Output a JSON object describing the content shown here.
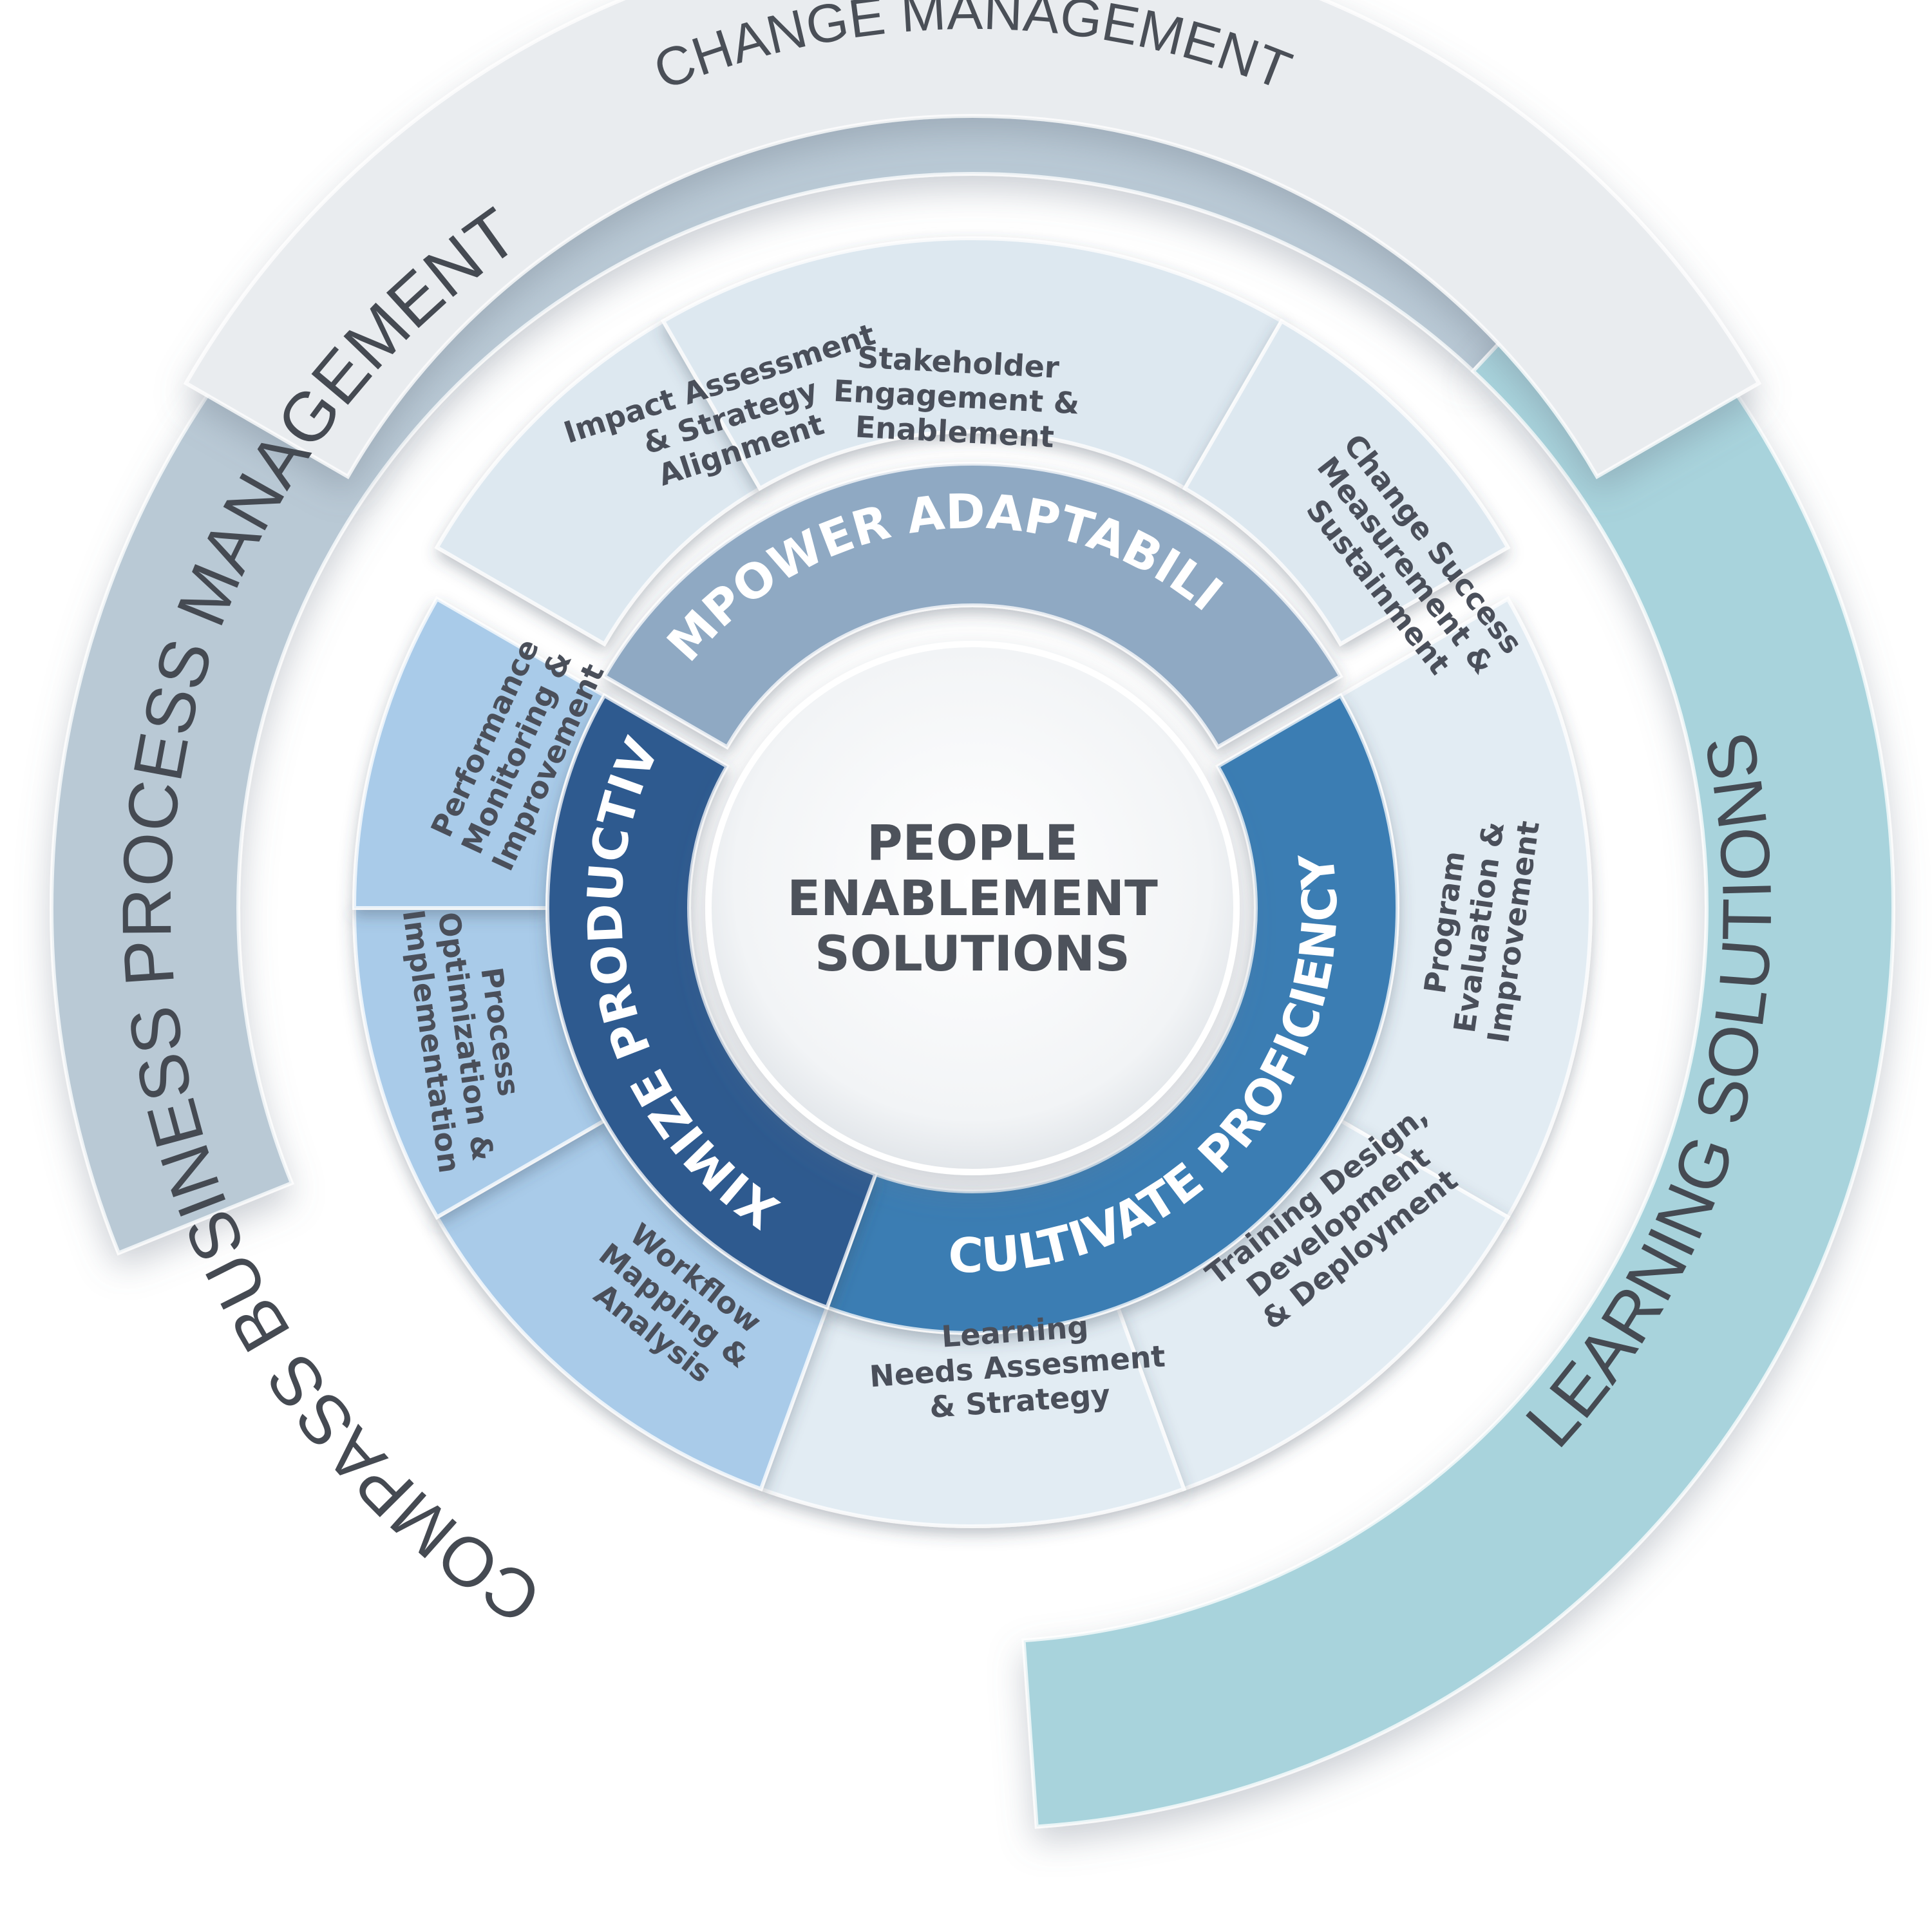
{
  "center": {
    "lines": [
      "PEOPLE",
      "ENABLEMENT",
      "SOLUTIONS"
    ]
  },
  "middle_ring": {
    "empower": "EMPOWER ADAPTABILITY",
    "maximize": "MAXIMIZE PRODUCTIVITY",
    "cultivate": "CULTIVATE PROFICIENCY"
  },
  "change_management": {
    "title": "CHANGE MANAGEMENT",
    "items": [
      {
        "lines": [
          "Impact Assessment",
          "& Strategy",
          "Alignment"
        ]
      },
      {
        "lines": [
          "Stakeholder",
          "Engagement &",
          "Enablement"
        ]
      },
      {
        "lines": [
          "Change Success",
          "Measurement &",
          "Sustainment"
        ]
      }
    ]
  },
  "business_process": {
    "title": "COMPASS BUSINESS PROCESS MANAGEMENT",
    "items": [
      {
        "lines": [
          "Performance",
          "Monitoring &",
          "Improvement"
        ]
      },
      {
        "lines": [
          "Process",
          "Optimization &",
          "Implementation"
        ]
      },
      {
        "lines": [
          "Workflow",
          "Mapping &",
          "Analysis"
        ]
      }
    ]
  },
  "learning": {
    "title": "LEARNING SOLUTIONS",
    "items": [
      {
        "lines": [
          "Program",
          "Evaluation &",
          "Improvement"
        ]
      },
      {
        "lines": [
          "Training Design,",
          "Development",
          "& Deployment"
        ]
      },
      {
        "lines": [
          "Learning",
          "Needs Assesment",
          "& Strategy"
        ]
      }
    ]
  },
  "colors": {
    "change_outer": "#e9ecef",
    "change_inner": "#dde8f0",
    "bpm_outer": "#b9c9d5",
    "bpm_inner": "#a9cbe9",
    "learning_outer": "#a8d3dc",
    "learning_inner": "#e2ecf3",
    "empower": "#8fa9c3",
    "maximize": "#2f5a8f",
    "cultivate": "#3b7db3",
    "text_dark": "#4a4f5a"
  }
}
